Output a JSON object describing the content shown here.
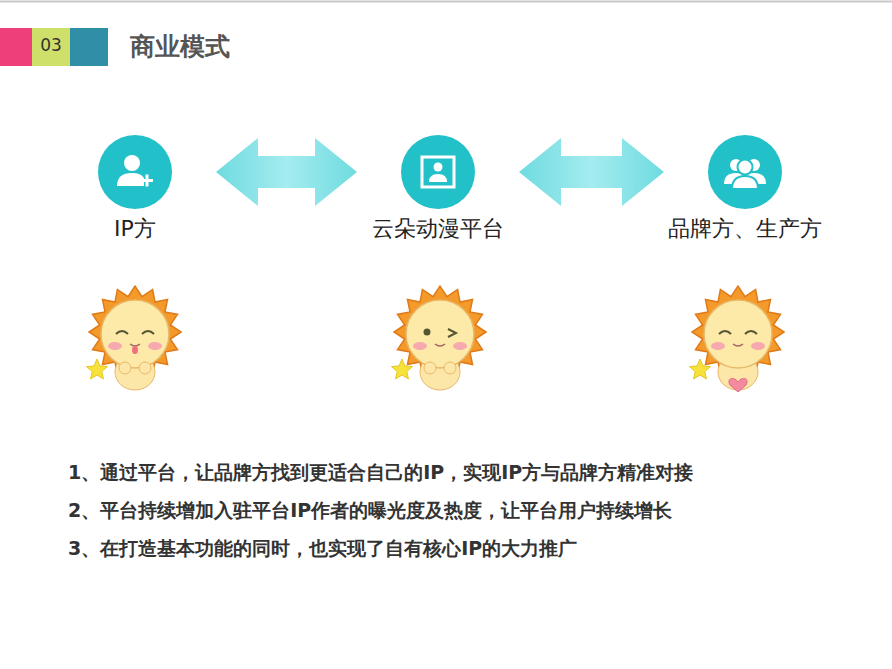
{
  "diagram": {
    "title": "商业模式",
    "nodes": [
      {
        "text": [
          "IP方"
        ]
      },
      {
        "text": [
          "云朵动漫平台"
        ]
      },
      {
        "text": [
          "品牌方、生产方"
        ]
      }
    ],
    "edges": [
      {
        "from": 0,
        "to": 1,
        "arrow": "both"
      },
      {
        "from": 1,
        "to": 2,
        "arrow": "both"
      }
    ],
    "labels": [
      "03",
      "1、通过平台，让品牌方找到更适合自己的IP，实现IP方与品牌方精准对接",
      "2、平台持续增加入驻平台IP作者的曝光度及热度，让平台用户持续增长",
      "3、在打造基本功能的同时，也实现了自有核心IP的大力推广"
    ]
  }
}
